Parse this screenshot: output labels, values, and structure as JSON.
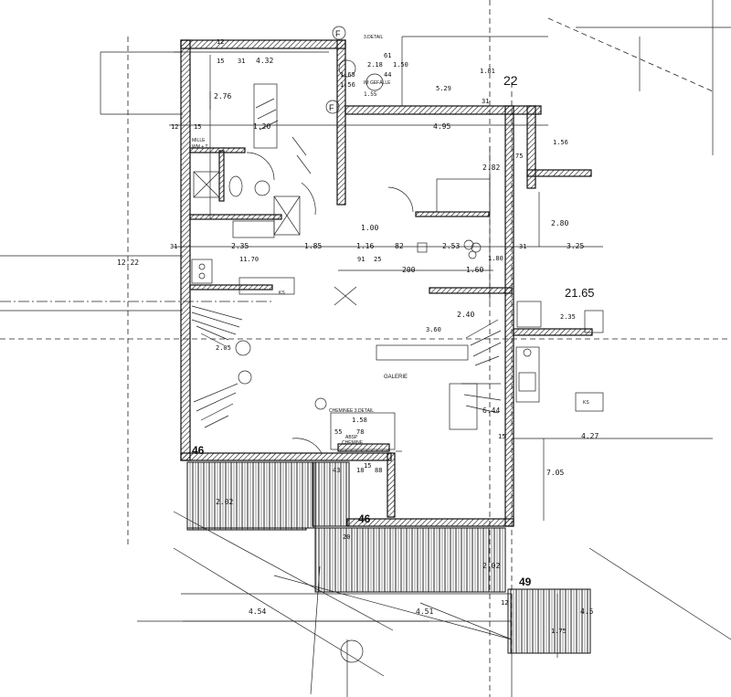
{
  "labels": {
    "sheet_22": "22",
    "area_2165": "21.65",
    "level_46_a": "46",
    "level_46_b": "46",
    "level_49": "49",
    "room_galerie": "GALERIE",
    "note_cheminee": "CHEMINEE 3.DETAIL",
    "note_detail_top": "3.DETAIL",
    "note_mille": "MILLE",
    "note_wm": "WM + T",
    "note_im_gefaelle": "IM GEFÄLLE",
    "note_ks_a": "KS",
    "note_ks_b": "KS",
    "note_abspr": "ABSP",
    "note_chem": "CHEMINE",
    "marker_f1": "F",
    "marker_f2": "F"
  },
  "dims": {
    "d_432": "4.32",
    "d_31a": "31",
    "d_15a": "15",
    "d_12a": "12",
    "d_218": "2.18",
    "d_150": "1.50",
    "d_44": "44",
    "d_61": "61",
    "d_165": "1.65",
    "d_156": "1.56",
    "d_155": "1.55",
    "d_181": "1.81",
    "d_529": "5.29",
    "d_31b": "31",
    "d_495": "4.95",
    "d_156b": "1.56",
    "d_276": "2.76",
    "d_120": "1.20",
    "d_15b": "15",
    "d_12b": "12",
    "d_282": "2.82",
    "d_75": "75",
    "d_280": "2.80",
    "d_1222": "12.22",
    "d_100": "1.00",
    "d_31c": "31",
    "d_235": "2.35",
    "d_185": "1.85",
    "d_116": "1.16",
    "d_82": "82",
    "d_253": "2.53",
    "d_31d": "31",
    "d_325": "3.25",
    "d_1170": "11.70",
    "d_91": "91",
    "d_25": "25",
    "d_200": "200",
    "d_160": "1.60",
    "d_180": "1.80",
    "d_240": "2.40",
    "d_360": "3.60",
    "d_205": "2.05",
    "d_235b": "2.35",
    "d_158": "1.58",
    "d_55": "55",
    "d_78": "78",
    "d_644": "6.44",
    "d_427": "4.27",
    "d_705": "7.05",
    "d_43": "43",
    "d_15c": "15",
    "d_88": "88",
    "d_18": "18",
    "d_202a": "2.02",
    "d_202b": "2.02",
    "d_454": "4.54",
    "d_451": "4.51",
    "d_45": "4.5",
    "d_175": "1.75",
    "d_20": "20",
    "d_12c": "12",
    "d_15d": "15"
  }
}
